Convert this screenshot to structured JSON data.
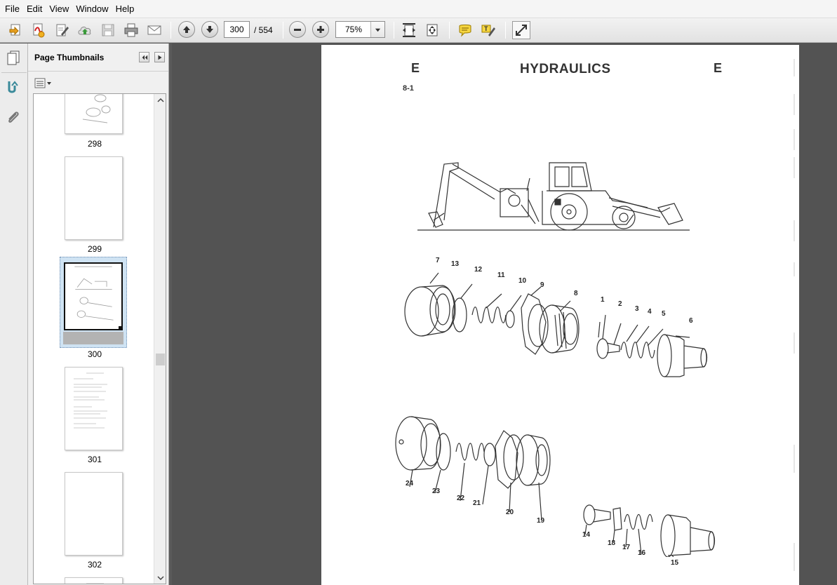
{
  "menu": [
    "File",
    "Edit",
    "View",
    "Window",
    "Help"
  ],
  "toolbar": {
    "page_current": "300",
    "page_total": "/ 554",
    "zoom": "75%"
  },
  "panel": {
    "title": "Page Thumbnails"
  },
  "thumbnails": [
    {
      "label": "298"
    },
    {
      "label": "299"
    },
    {
      "label": "300",
      "selected": true
    },
    {
      "label": "301"
    },
    {
      "label": "302"
    }
  ],
  "document": {
    "header_left": "E",
    "header_title": "HYDRAULICS",
    "header_right": "E",
    "section": "8-1",
    "callouts_top": [
      "7",
      "13",
      "12",
      "11",
      "10",
      "9",
      "8",
      "1",
      "2",
      "3",
      "4",
      "5",
      "6"
    ],
    "callouts_bottom": [
      "24",
      "23",
      "22",
      "21",
      "20",
      "19",
      "14",
      "18",
      "17",
      "16",
      "15"
    ]
  },
  "colors": {
    "toolbar_bg": "#e6e6e6",
    "workspace_bg": "#535353",
    "selection": "#cfe3f3"
  }
}
